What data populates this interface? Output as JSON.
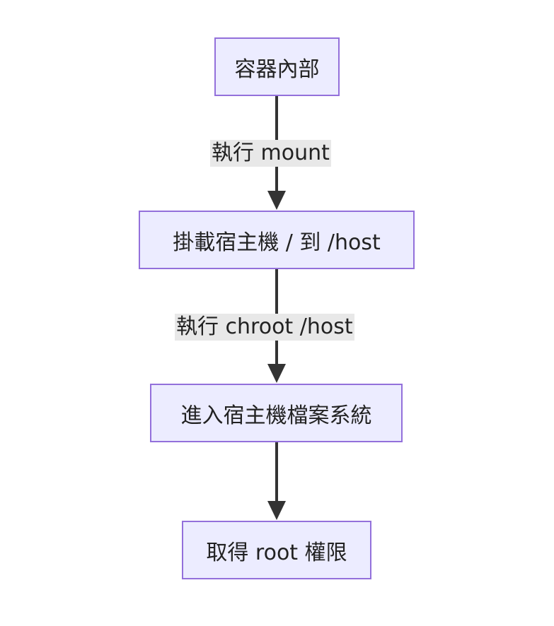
{
  "flowchart": {
    "direction": "top-down",
    "colors": {
      "node_fill": "#ececff",
      "node_border": "#9370db",
      "edge": "#333333",
      "edge_label_background": "#e8e8e8",
      "text": "#222222"
    },
    "nodes": {
      "inside_container": "容器內部",
      "mount_host": "掛載宿主機 / 到 /host",
      "enter_host_fs": "進入宿主機檔案系統",
      "get_root": "取得 root 權限"
    },
    "edge_labels": {
      "run_mount": "執行 mount",
      "run_chroot": "執行 chroot /host"
    }
  }
}
